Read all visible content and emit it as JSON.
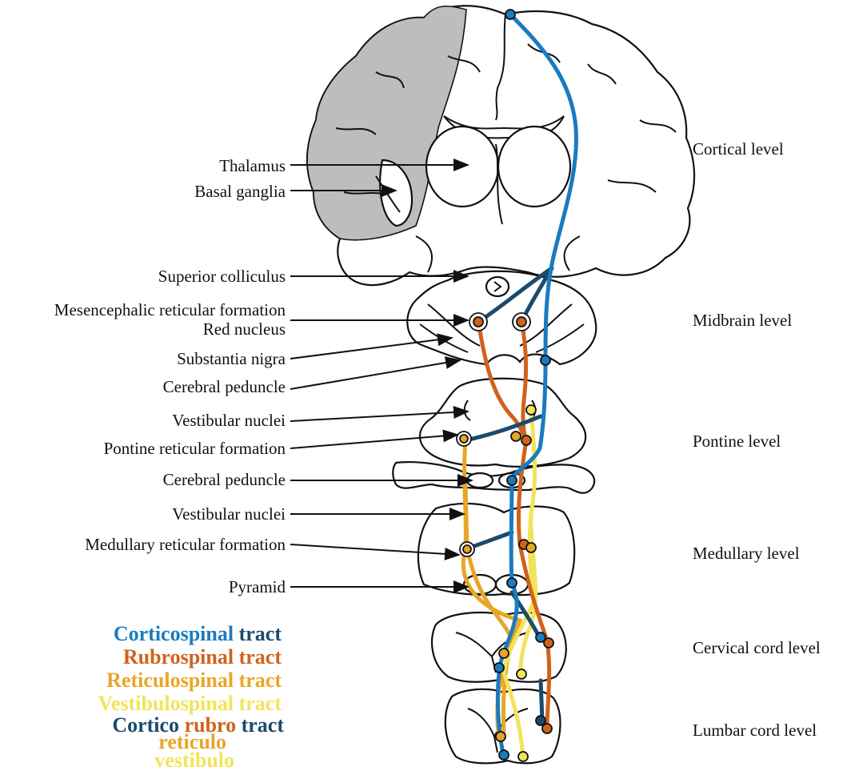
{
  "colors": {
    "corticospinal": "#1a7bbf",
    "rubrospinal": "#d1621b",
    "reticulospinal": "#e8a627",
    "vestibulospinal": "#f1e45a",
    "cortico_short": "#1b4a6e",
    "shade": "#bdbdbd"
  },
  "structure_labels": [
    "Thalamus",
    "Basal ganglia",
    "Superior colliculus",
    "Mesencephalic reticular formation",
    "Red nucleus",
    "Substantia nigra",
    "Cerebral peduncle",
    "Vestibular nuclei",
    "Pontine reticular formation",
    "Cerebral peduncle",
    "Vestibular nuclei",
    "Medullary reticular formation",
    "Pyramid"
  ],
  "level_labels": [
    "Cortical level",
    "Midbrain level",
    "Pontine level",
    "Medullary level",
    "Cervical cord level",
    "Lumbar cord level"
  ],
  "legend": {
    "rows": [
      {
        "word": "Corticospinal",
        "suffix": "tract"
      },
      {
        "word": "Rubrospinal",
        "suffix": "tract"
      },
      {
        "word": "Reticulospinal",
        "suffix": "tract"
      },
      {
        "word": "Vestibulospinal",
        "suffix": "tract"
      }
    ],
    "short": {
      "cortico": "Cortico",
      "rubro": "rubro",
      "tract": "tract",
      "reticulo": "reticulo",
      "vestibulo": "vestibulo"
    }
  }
}
